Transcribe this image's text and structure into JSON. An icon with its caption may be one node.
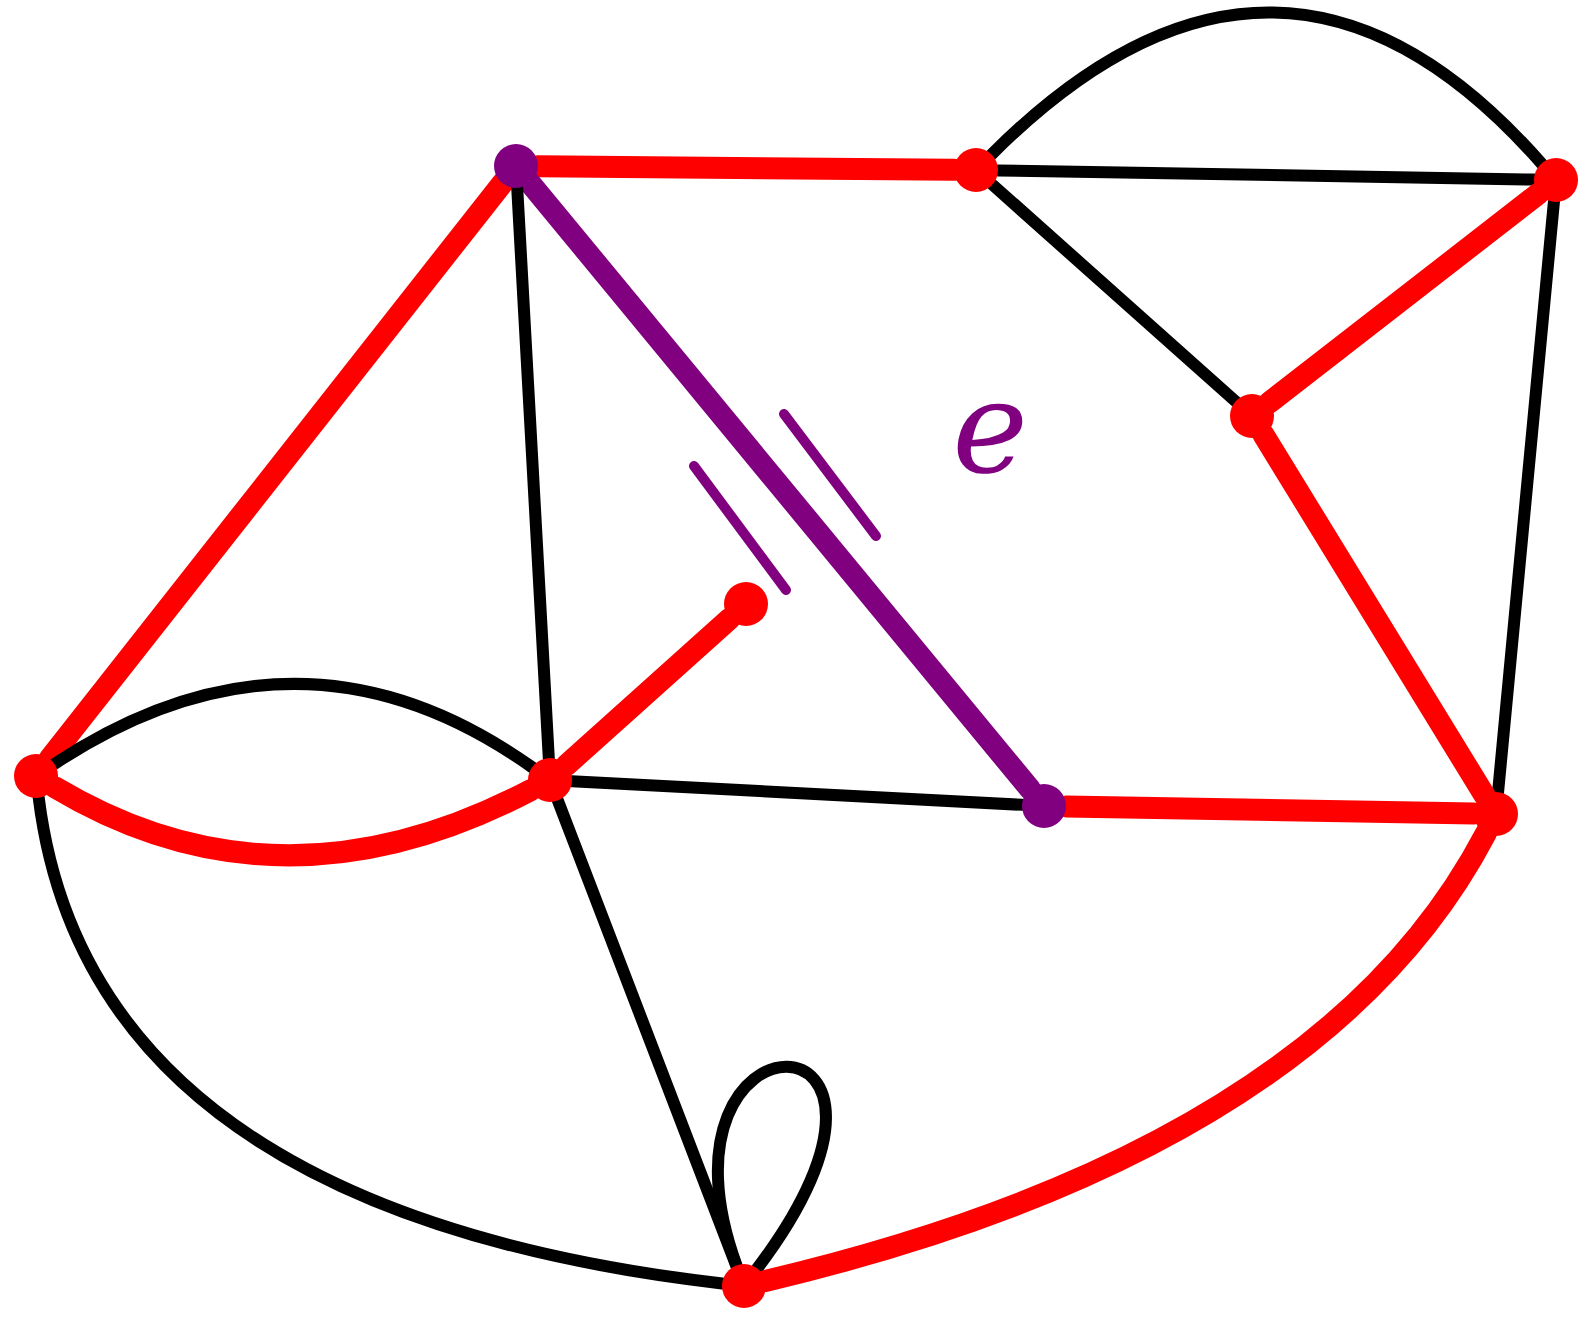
{
  "diagram": {
    "nodes": [
      {
        "text": [],
        "shape": "circle"
      },
      {
        "text": [],
        "shape": "circle"
      },
      {
        "text": [],
        "shape": "circle"
      },
      {
        "text": [],
        "shape": "circle"
      },
      {
        "text": [],
        "shape": "circle"
      },
      {
        "text": [],
        "shape": "circle"
      },
      {
        "text": [],
        "shape": "circle"
      },
      {
        "text": [],
        "shape": "circle"
      },
      {
        "text": [],
        "shape": "circle"
      },
      {
        "text": [],
        "shape": "circle"
      }
    ],
    "edges": [
      {
        "from": 0,
        "to": 1,
        "arrow": "none",
        "style": "thick",
        "color": "#ff0000"
      },
      {
        "from": 0,
        "to": 7,
        "arrow": "none",
        "style": "thick",
        "color": "#800080",
        "label": "e"
      },
      {
        "from": 0,
        "to": 5,
        "arrow": "none",
        "style": "thick",
        "color": "#ff0000"
      },
      {
        "from": 0,
        "to": 6,
        "arrow": "none"
      },
      {
        "from": 1,
        "to": 2,
        "arrow": "none"
      },
      {
        "from": 1,
        "to": 2,
        "arrow": "none"
      },
      {
        "from": 1,
        "to": 3,
        "arrow": "none"
      },
      {
        "from": 2,
        "to": 3,
        "arrow": "none",
        "style": "thick",
        "color": "#ff0000"
      },
      {
        "from": 2,
        "to": 8,
        "arrow": "none"
      },
      {
        "from": 3,
        "to": 8,
        "arrow": "none",
        "style": "thick",
        "color": "#ff0000"
      },
      {
        "from": 4,
        "to": 6,
        "arrow": "none",
        "style": "thick",
        "color": "#ff0000"
      },
      {
        "from": 5,
        "to": 6,
        "arrow": "none"
      },
      {
        "from": 5,
        "to": 6,
        "arrow": "none",
        "style": "thick",
        "color": "#ff0000"
      },
      {
        "from": 6,
        "to": 7,
        "arrow": "none"
      },
      {
        "from": 7,
        "to": 8,
        "arrow": "none",
        "style": "thick",
        "color": "#ff0000"
      },
      {
        "from": 5,
        "to": 9,
        "arrow": "none"
      },
      {
        "from": 6,
        "to": 9,
        "arrow": "none"
      },
      {
        "from": 9,
        "to": 9,
        "arrow": "none"
      },
      {
        "from": 9,
        "to": 8,
        "arrow": "none",
        "style": "thick",
        "color": "#ff0000"
      }
    ]
  }
}
